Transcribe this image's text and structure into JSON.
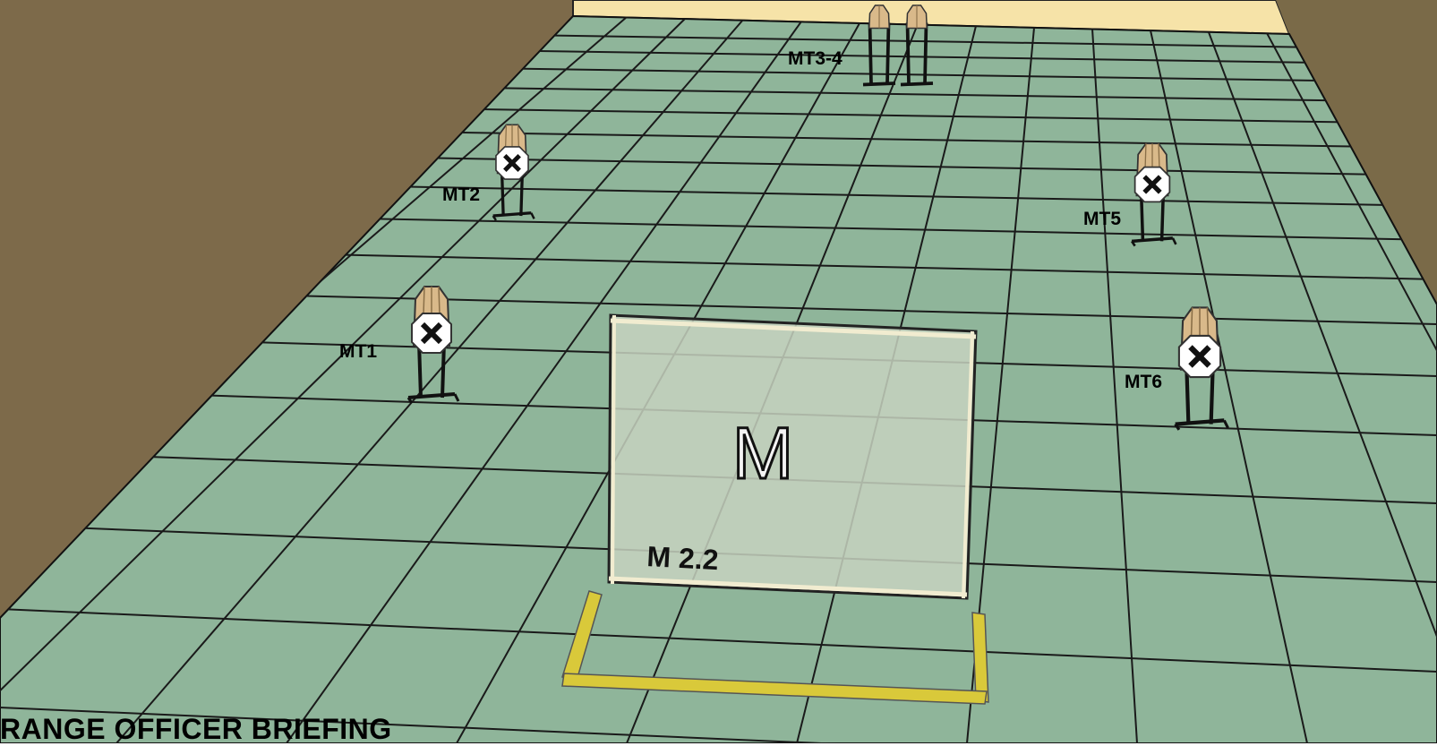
{
  "scene": {
    "targets": [
      {
        "id": "mt1",
        "label": "MT1"
      },
      {
        "id": "mt2",
        "label": "MT2"
      },
      {
        "id": "mt3-4",
        "label": "MT3-4"
      },
      {
        "id": "mt5",
        "label": "MT5"
      },
      {
        "id": "mt6",
        "label": "MT6"
      }
    ],
    "barrier": {
      "letter": "M",
      "code": "M 2.2"
    },
    "caption": "RANGE OFFICER BRIEFING",
    "colors": {
      "floor": "#8fb59a",
      "left_wall": "#7d6a4a",
      "back_wall": "#f6e3a8",
      "right_wall": "#7a6a48",
      "fault_line": "#d9c93a",
      "barrier_panel": "#c7d2c0",
      "target_body": "#d9b98a",
      "target_stop": "#ffffff"
    }
  }
}
